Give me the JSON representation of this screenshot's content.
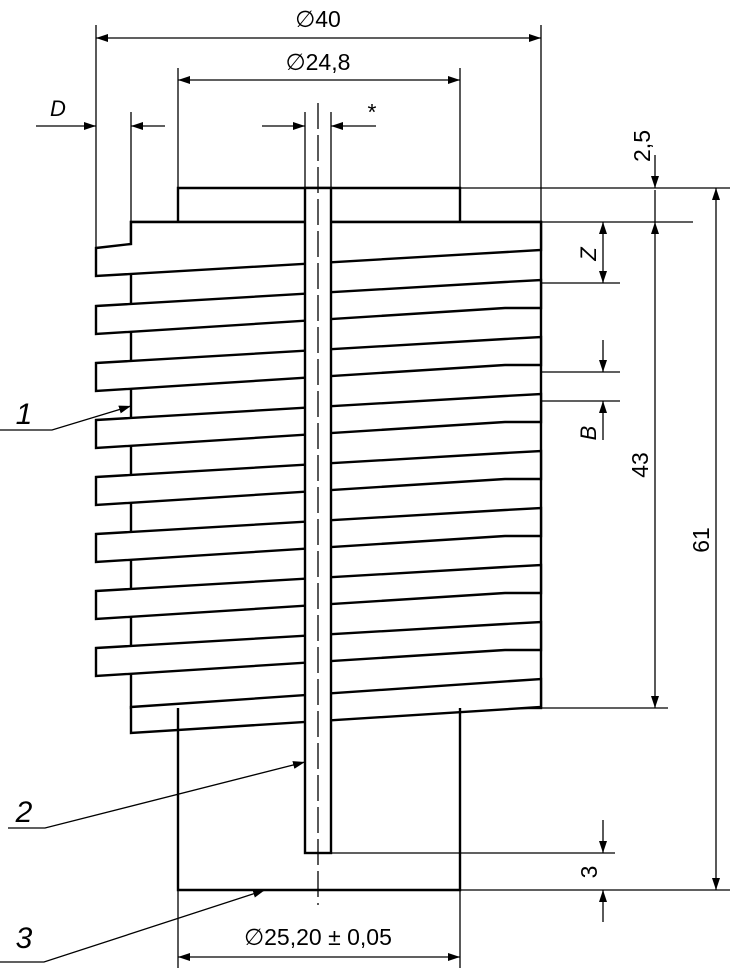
{
  "dimensions": {
    "outer_diameter": "∅40",
    "inner_diameter": "∅24,8",
    "pitch_gap": "D",
    "wire_mark": "*",
    "top_offset": "2,5",
    "winding_pitch": "Z",
    "wire_width": "B",
    "winding_height": "43",
    "total_height": "61",
    "bottom_offset": "3",
    "base_diameter": "∅25,20 ± 0,05"
  },
  "callouts": {
    "winding": "1",
    "rod": "2",
    "base": "3"
  }
}
